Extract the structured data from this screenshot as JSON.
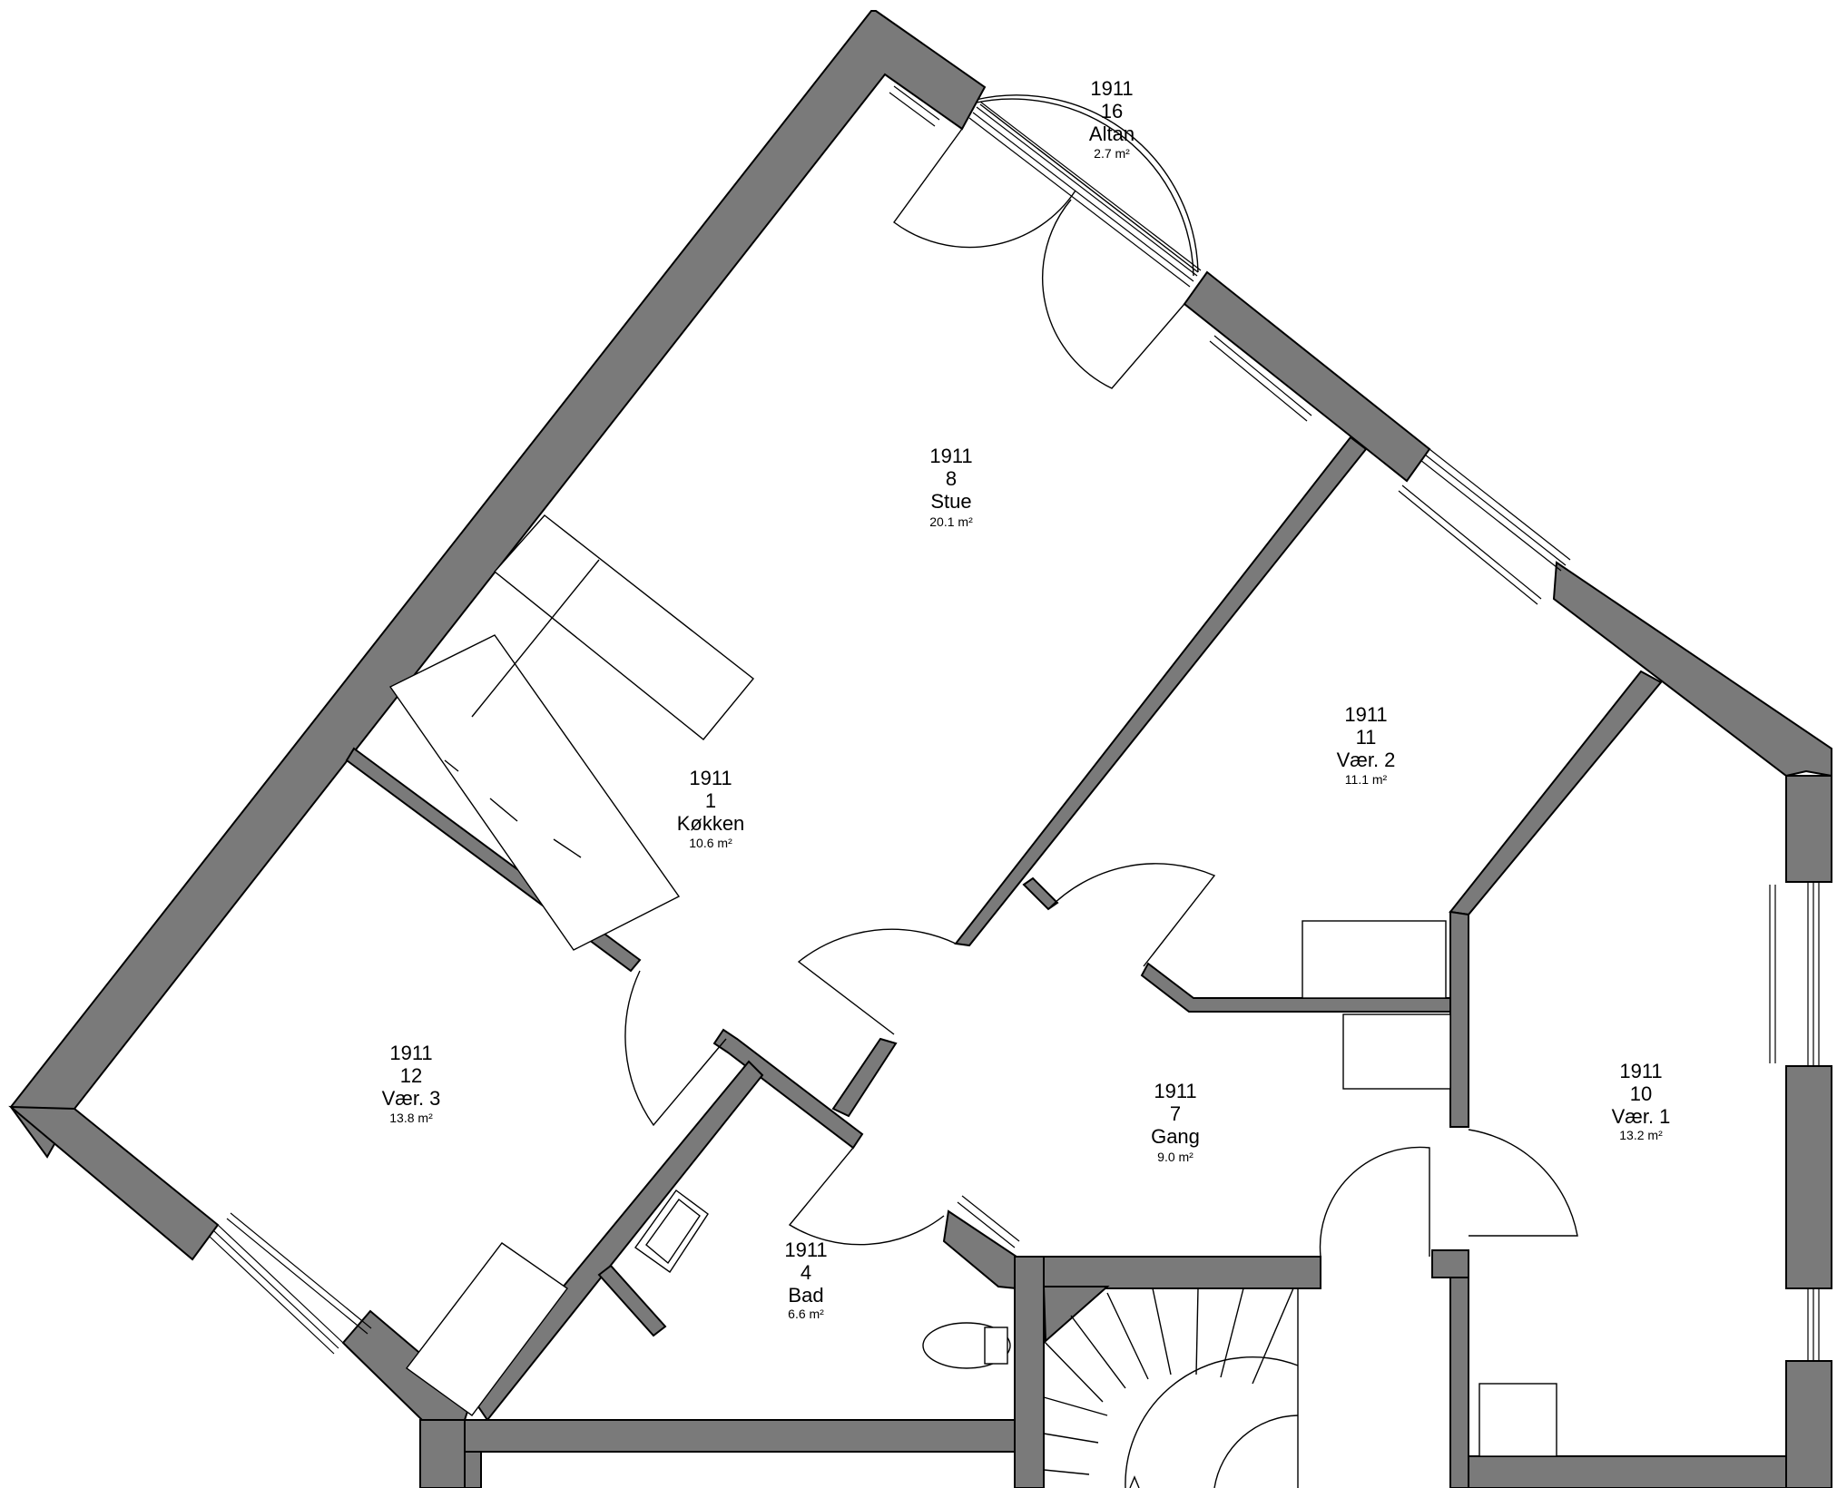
{
  "plan": {
    "colors": {
      "wall": "#7a7a7a",
      "line": "#000000",
      "background": "#ffffff"
    },
    "rooms": [
      {
        "id": "altan",
        "number": "1911",
        "code": "16",
        "name": "Altan",
        "area": "2.7 m²"
      },
      {
        "id": "stue",
        "number": "1911",
        "code": "8",
        "name": "Stue",
        "area": "20.1 m²"
      },
      {
        "id": "kokken",
        "number": "1911",
        "code": "1",
        "name": "Køkken",
        "area": "10.6 m²"
      },
      {
        "id": "vaer2",
        "number": "1911",
        "code": "11",
        "name": "Vær. 2",
        "area": "11.1 m²"
      },
      {
        "id": "vaer3",
        "number": "1911",
        "code": "12",
        "name": "Vær. 3",
        "area": "13.8 m²"
      },
      {
        "id": "gang",
        "number": "1911",
        "code": "7",
        "name": "Gang",
        "area": "9.0 m²"
      },
      {
        "id": "vaer1",
        "number": "1911",
        "code": "10",
        "name": "Vær. 1",
        "area": "13.2 m²"
      },
      {
        "id": "bad",
        "number": "1911",
        "code": "4",
        "name": "Bad",
        "area": "6.6 m²"
      }
    ]
  }
}
